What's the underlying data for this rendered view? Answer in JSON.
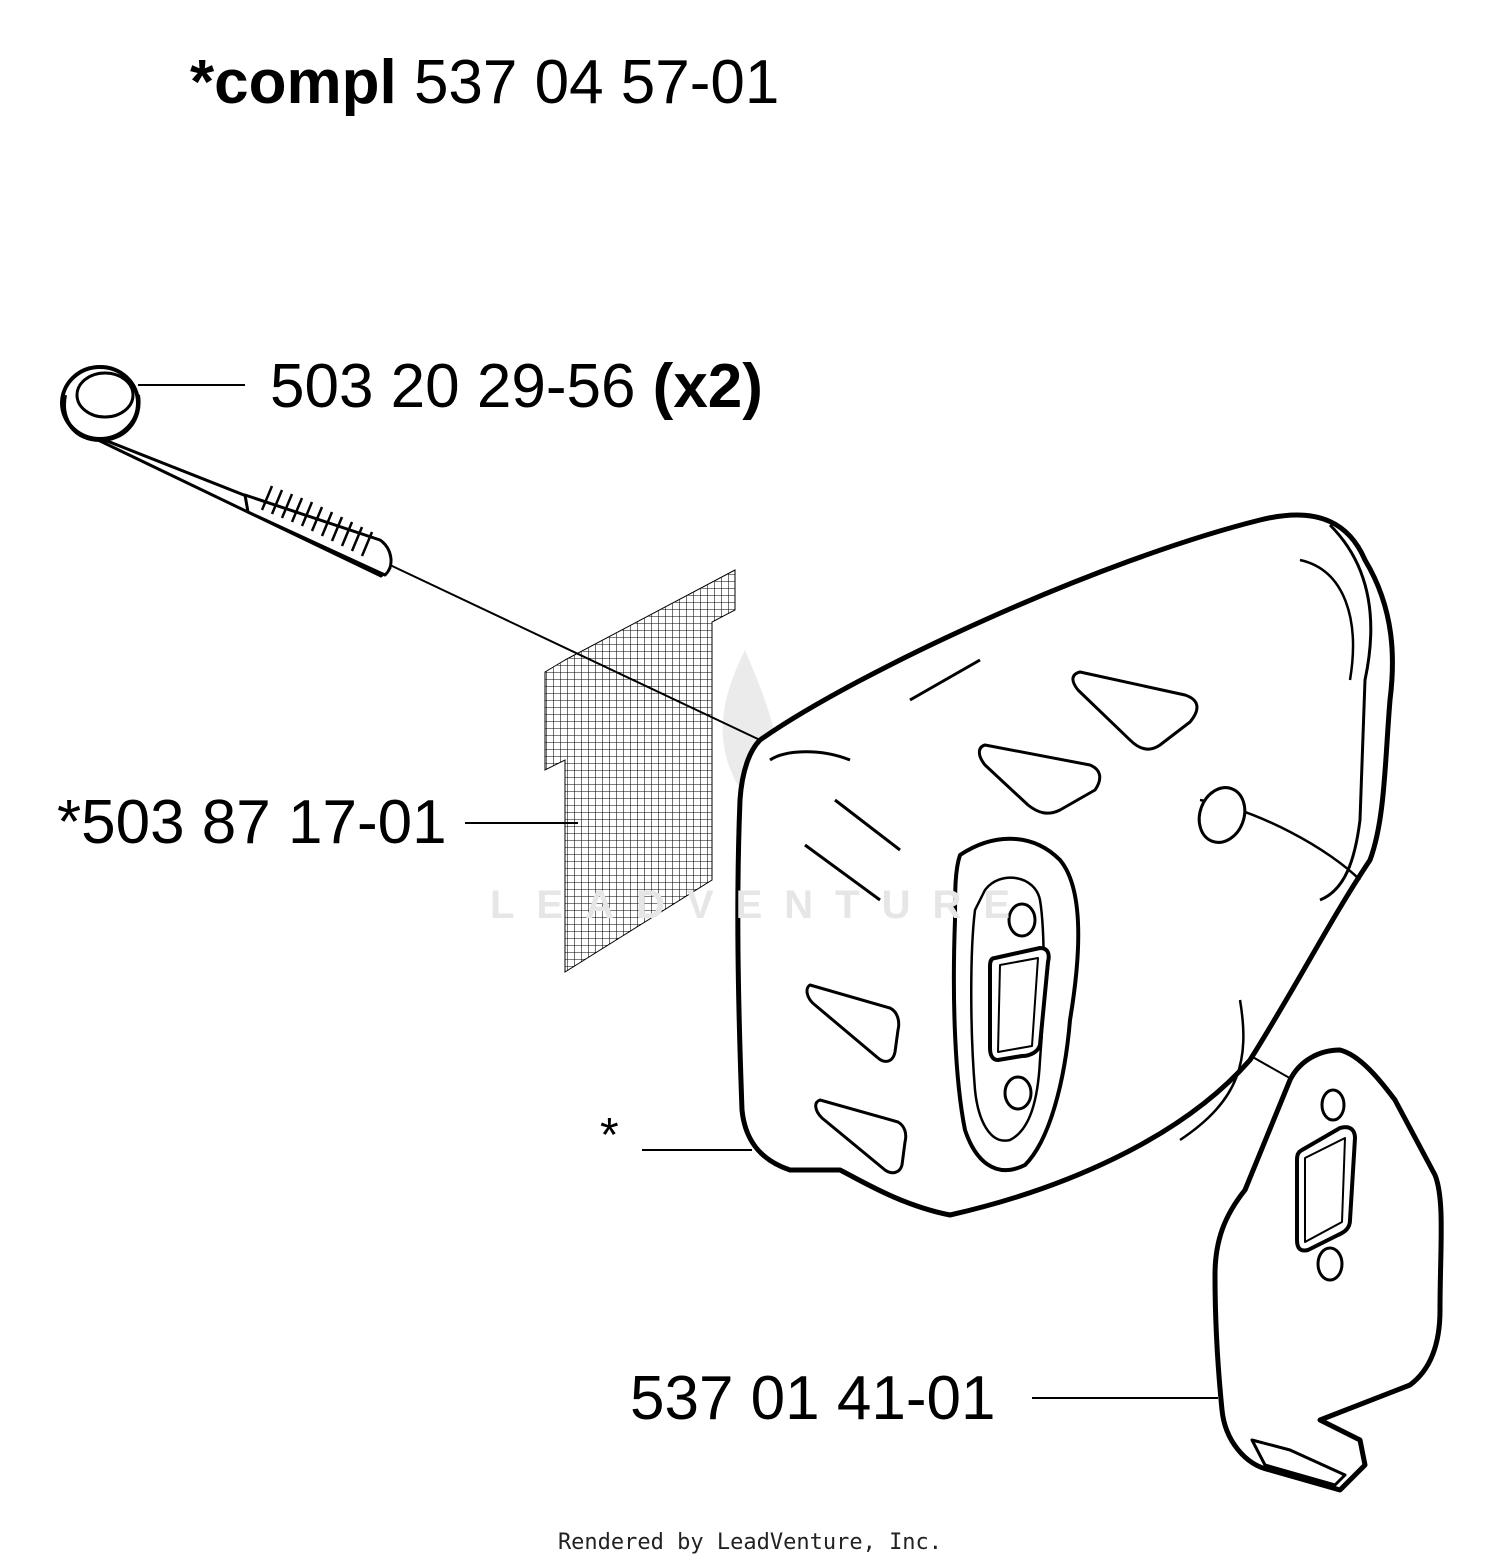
{
  "title": {
    "prefix": "*compl",
    "number": "537 04 57-01"
  },
  "callouts": {
    "bolt": {
      "number": "503 20 29-56",
      "qty": "(x2)"
    },
    "screen": {
      "number": "*503 87 17-01"
    },
    "muffler": {
      "number": "*"
    },
    "gasket_plate": {
      "number": "537 01 41-01"
    }
  },
  "watermark": "LEADVENTURE",
  "footer": "Rendered by LeadVenture, Inc.",
  "colors": {
    "ink": "#000000",
    "watermark": "#e6e6e6",
    "paper": "#ffffff"
  }
}
